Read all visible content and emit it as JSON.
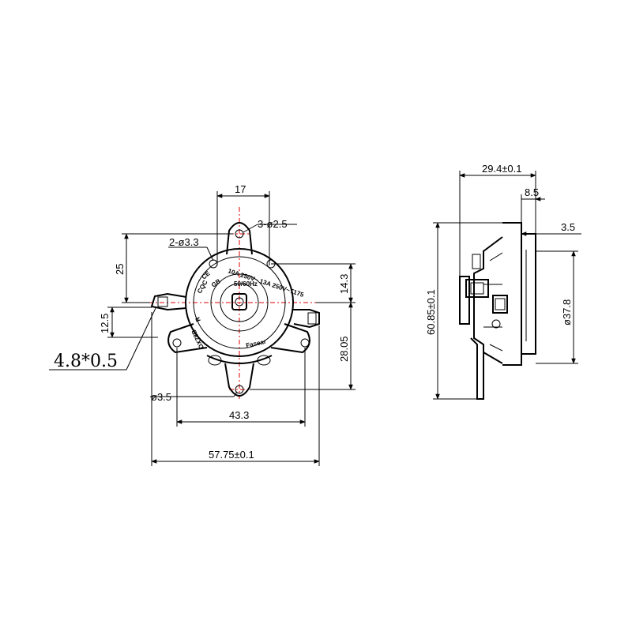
{
  "front_view": {
    "dims": {
      "top_width": "17",
      "top_hole": "3-ø2.5",
      "side_holes": "2-ø3.3",
      "left_upper": "25",
      "left_lower": "12.5",
      "terminal": "4.8*0.5",
      "right_upper": "14.3",
      "right_lower": "28.05",
      "bottom_hole": "ø3.5",
      "hole_spacing": "43.3",
      "overall_width": "57.75±0.1"
    },
    "ring_labels": [
      "DX78B",
      "R",
      "CE",
      "CQC",
      "GB",
      "10A 250V~ 13A 250V~T175",
      "50/60Hz",
      "Fasear"
    ]
  },
  "side_view": {
    "dims": {
      "depth": "29.4±0.1",
      "step": "8.5",
      "small": "3.5",
      "height": "60.85±0.1",
      "diameter": "ø37.8"
    }
  },
  "colors": {
    "line": "#000000",
    "centerline": "#e00000",
    "background": "#ffffff"
  }
}
